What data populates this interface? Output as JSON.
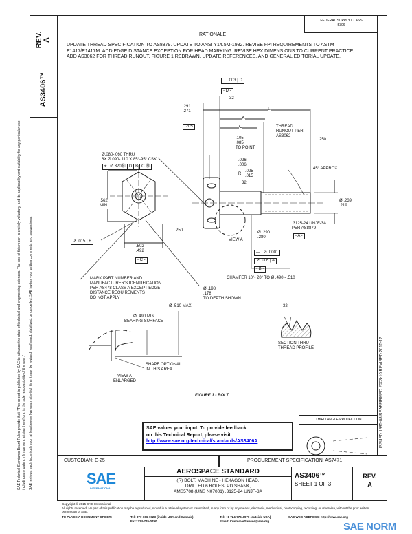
{
  "side": {
    "rev_label": "REV.",
    "rev_value": "A",
    "doc_number": "AS3406™",
    "disclaimer_1": "SAE Technical Standards Board Rules provide that: \"This report is published by SAE to advance the state of technical and engineering sciences. The use of this report is entirely voluntary, and its applicability and suitability for any particular use, including any patent infringement arising therefrom, is the sole responsibility of the user.\"",
    "disclaimer_2": "SAE reviews each technical report at least every five years at which time it may be revised, reaffirmed, stabilized, or cancelled. SAE invites your written comments and suggestions.",
    "dates": "ISSUED 1985-08     REAFFIRMED 2003-10     REVISED 2015-12"
  },
  "header": {
    "fsc": "FEDERAL SUPPLY CLASS\n5306",
    "rationale_title": "RATIONALE",
    "rationale_text": "UPDATE THREAD SPECIFICATION TO AS8879. UPDATE TO ANSI Y14.5M-1982. REVISE FPI REQUIREMENTS TO ASTM E1417/E1417M. ADD EDGE DISTANCE EXCEPTION FOR HEAD MARKING. REVISE HEX DIMENSIONS TO CURRENT PRACTICE, ADD AS3062 FOR THREAD RUNOUT, FIGURE 1 REDRAWN, UPDATE REFERENCES, AND GENERAL EDITORIAL UPDATE."
  },
  "drawing": {
    "fcf_top": ".003",
    "fcf_top_datum": "D",
    "datum_d": "- D -",
    "finish_32": "32",
    "finish_250": "250",
    "dim_head_1": ".291",
    "dim_head_2": ".271",
    "dim_205": ".205",
    "dim_L": "L",
    "dim_K": "K",
    "dim_C": "C",
    "thread_runout": "THREAD\nRUNOUT PER\nAS3062",
    "dim_105": ".105\n.085\nTO POINT",
    "dim_026": ".026\n.006",
    "radius": "R",
    "dim_r": ".025\n.015",
    "approx_45": "45° APPROX.",
    "drill_note": "Ø.080-.060 THRU\n6X Ø.090-.110 X 85°-95° CSK",
    "fcf_pos": [
      "⌖",
      "Ø.320Ⓜ",
      "D",
      "B",
      "C Ⓜ"
    ],
    "dim_562": ".562\nMIN",
    "dim_dia_239": ".239\n.219",
    "thread_spec": ".3125-24 UNJF-3A\nPER AS8879",
    "datum_a": "- A -",
    "fcf_runout_b": ".015",
    "fcf_runout_b_datum": "B",
    "dim_502": ".502\n.492",
    "datum_c": "- C -",
    "view_a": "VIEW A",
    "dim_290": ".290\n.280",
    "fcf_straight": "Ø .0001",
    "fcf_runout_a": ".006",
    "fcf_runout_a_datum": "A",
    "datum_b": "- B -",
    "chamfer": "CHAMFER 10°- 20° TO Ø .490 - .510",
    "mark_note": "MARK PART NUMBER AND\nMANUFACTURER'S IDENTIFICATION\nPER AS478 CLASS A EXCEPT EDGE\nDISTANCE REQUIREMENTS\nDO NOT APPLY",
    "hole_dia": ".198\n.178\nTO DEPTH SHOWN",
    "dia_510": "Ø .510 MAX",
    "bearing": "Ø .490 MIN\nBEARING SURFACE",
    "shape_optional": "SHAPE OPTIONAL\nIN THIS AREA",
    "view_a_enlarged": "VIEW A\nENLARGED",
    "section_thru": "SECTION THRU\nTHREAD PROFILE",
    "figure_caption": "FIGURE 1 - BOLT"
  },
  "feedback": {
    "line1": "SAE values your input. To provide feedback",
    "line2": "on this Technical Report, please visit",
    "link": "http://www.sae.org/technical/standards/AS3406A",
    "link_color": "#0000ee"
  },
  "projection_label": "THIRD ANGLE PROJECTION",
  "title_block": {
    "custodian": "CUSTODIAN: E-25",
    "procurement": "PROCUREMENT SPECIFICATION: AS7471",
    "logo": "SAE",
    "logo_sub": "INTERNATIONAL",
    "logo_color": "#1e88d8",
    "standard": "AEROSPACE STANDARD",
    "title": "(R) BOLT, MACHINE - HEXAGON HEAD,\nDRILLED 6 HOLES, PD SHANK,\nAMS5708 (UNS N07001) .3125-24 UNJF-3A",
    "doc_number": "AS3406™",
    "sheet": "SHEET 1 OF 3",
    "rev_label": "REV.",
    "rev_value": "A"
  },
  "footer": {
    "copyright": "Copyright © 2015 SAE International",
    "rights": "All rights reserved. No part of this publication may be reproduced, stored in a retrieval system or transmitted, in any form or by any means, electronic, mechanical, photocopying, recording, or otherwise, without the prior written permission of SAE.",
    "order_label": "TO PLACE A DOCUMENT ORDER:",
    "tel1": "Tel: 877-606-7323 (inside USA and Canada)",
    "fax": "Fax: 724-776-0790",
    "tel2": "Tel: +1 724-776-4970 (outside USA)",
    "email": "Email: CustomerService@sae.org",
    "web": "SAE WEB ADDRESS: http://www.sae.org",
    "watermark": "SAE NORM"
  }
}
